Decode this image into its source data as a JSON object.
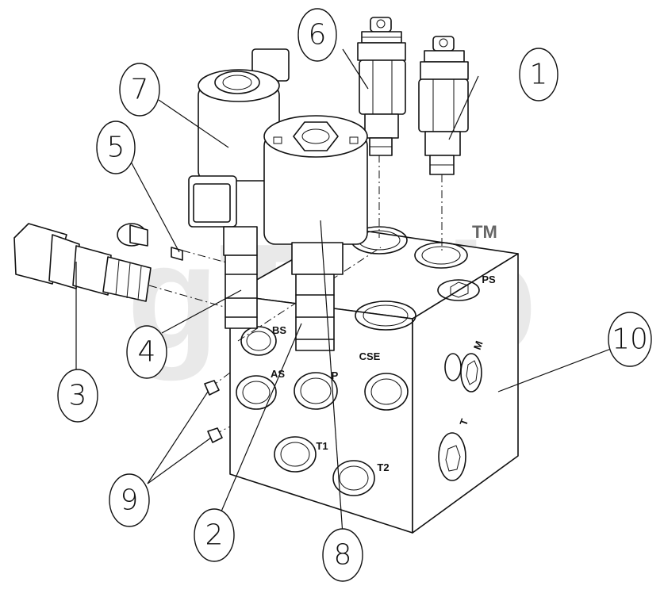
{
  "watermark": {
    "text": "gTg.b",
    "trademark": "TM"
  },
  "callouts": [
    {
      "id": "callout-1",
      "label": "1"
    },
    {
      "id": "callout-2",
      "label": "2"
    },
    {
      "id": "callout-3",
      "label": "3"
    },
    {
      "id": "callout-4",
      "label": "4"
    },
    {
      "id": "callout-5",
      "label": "5"
    },
    {
      "id": "callout-6",
      "label": "6"
    },
    {
      "id": "callout-7",
      "label": "7"
    },
    {
      "id": "callout-8",
      "label": "8"
    },
    {
      "id": "callout-9",
      "label": "9"
    },
    {
      "id": "callout-10",
      "label": "10"
    }
  ],
  "ports": {
    "bs": "BS",
    "as": "AS",
    "p": "P",
    "cse": "CSE",
    "t1": "T1",
    "t2": "T2",
    "ps": "PS",
    "m": "M",
    "t": "T"
  }
}
